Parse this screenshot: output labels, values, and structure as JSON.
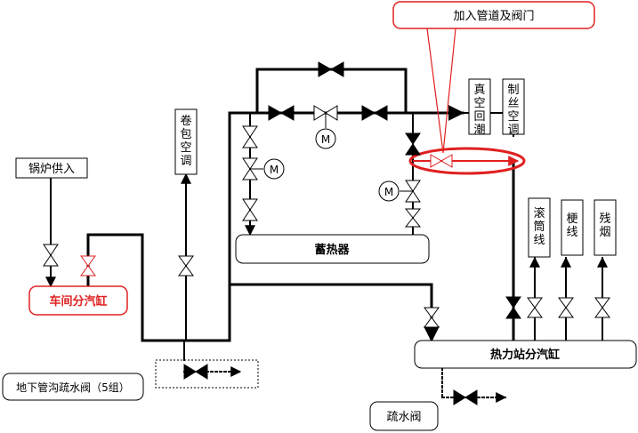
{
  "labels": {
    "boiler_supply": "锅炉供入",
    "workshop_header": "车间分汽缸",
    "wrap_ac": "卷包空调",
    "accumulator": "蓄热器",
    "vacuum_rewet": "真空回潮",
    "cutting_ac": "制丝空调",
    "drum_line": "滚筒线",
    "stem_line": "梗线",
    "residual_smoke": "残烟",
    "station_header": "热力站分汽缸",
    "underground_drain": "地下管沟疏水阀（5组）",
    "drain_valve": "疏水阀",
    "add_pipe_valve": "加入管道及阀门",
    "motor_symbol": "M"
  },
  "colors": {
    "pipe": "#000000",
    "highlight": "#e02020",
    "valve_fill": "#ffffff"
  }
}
